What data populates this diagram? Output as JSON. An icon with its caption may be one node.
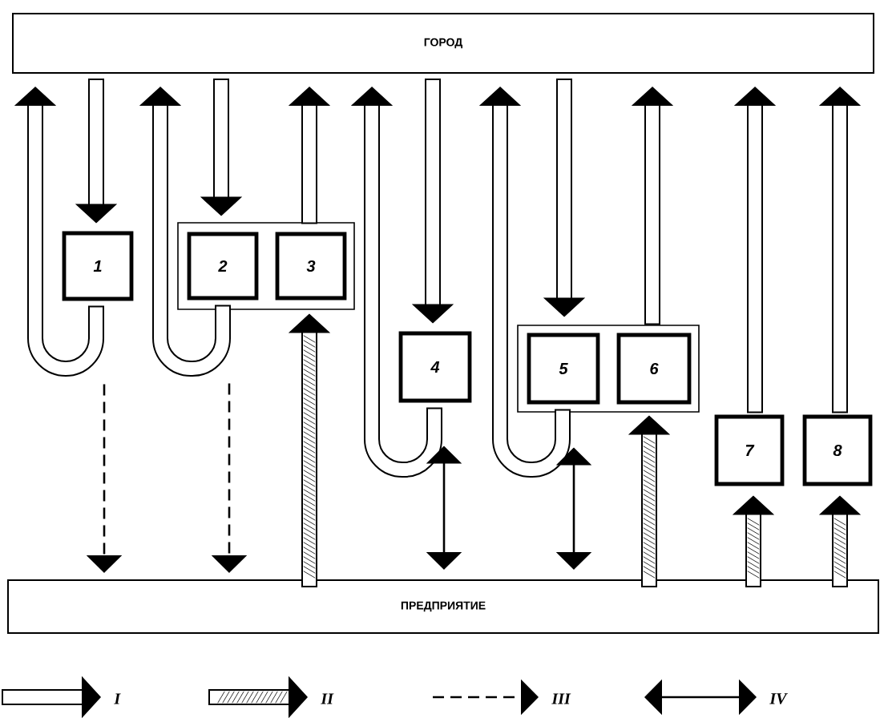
{
  "diagram": {
    "nodes": [
      {
        "text": [
          "ГОРОД"
        ]
      },
      {
        "text": [
          "1"
        ]
      },
      {
        "text": [],
        "shape": "box"
      },
      {
        "text": [
          "2"
        ],
        "in": 2
      },
      {
        "text": [
          "3"
        ],
        "in": 2
      },
      {
        "text": [
          "4"
        ]
      },
      {
        "text": [],
        "shape": "box"
      },
      {
        "text": [
          "5"
        ],
        "in": 6
      },
      {
        "text": [
          "6"
        ],
        "in": 6
      },
      {
        "text": [
          "7"
        ]
      },
      {
        "text": [
          "8"
        ]
      },
      {
        "text": [
          "ПРЕДПРИЯТИЕ"
        ]
      }
    ],
    "edges": [
      {
        "from": 1,
        "to": 0,
        "arrow": "to"
      },
      {
        "from": 0,
        "to": 1,
        "arrow": "to"
      },
      {
        "from": 1,
        "to": 11,
        "arrow": "to",
        "style": "dashed"
      },
      {
        "from": 3,
        "to": 0,
        "arrow": "to"
      },
      {
        "from": 0,
        "to": 3,
        "arrow": "to"
      },
      {
        "from": 3,
        "to": 11,
        "arrow": "to",
        "style": "dashed"
      },
      {
        "from": 4,
        "to": 0,
        "arrow": "to"
      },
      {
        "from": 11,
        "to": 4,
        "arrow": "to"
      },
      {
        "from": 5,
        "to": 0,
        "arrow": "to"
      },
      {
        "from": 0,
        "to": 5,
        "arrow": "to"
      },
      {
        "from": 5,
        "to": 11,
        "arrow": "both"
      },
      {
        "from": 7,
        "to": 0,
        "arrow": "to"
      },
      {
        "from": 0,
        "to": 7,
        "arrow": "to"
      },
      {
        "from": 7,
        "to": 11,
        "arrow": "both"
      },
      {
        "from": 8,
        "to": 0,
        "arrow": "to"
      },
      {
        "from": 11,
        "to": 8,
        "arrow": "to"
      },
      {
        "from": 9,
        "to": 0,
        "arrow": "to"
      },
      {
        "from": 11,
        "to": 9,
        "arrow": "to"
      },
      {
        "from": 10,
        "to": 0,
        "arrow": "to"
      },
      {
        "from": 11,
        "to": 10,
        "arrow": "to"
      }
    ],
    "legend": [
      {
        "text": "I"
      },
      {
        "text": "II"
      },
      {
        "text": "III"
      },
      {
        "text": "IV"
      }
    ]
  }
}
